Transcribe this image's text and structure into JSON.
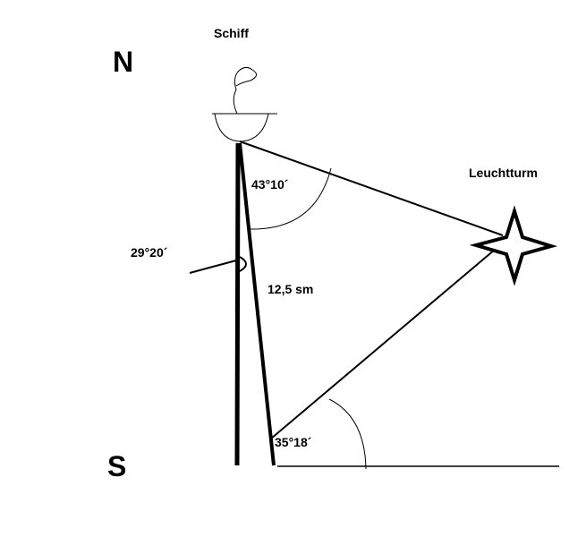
{
  "labels": {
    "north": "N",
    "south": "S",
    "ship": "Schiff",
    "lighthouse": "Leuchtturm",
    "angle_top": "43°10´",
    "angle_left": "29°20´",
    "distance": "12,5 sm",
    "angle_bottom": "35°18´"
  },
  "icons": {
    "ship": "ship-icon",
    "lighthouse": "star-icon"
  },
  "colors": {
    "line": "#000000",
    "background": "#ffffff"
  }
}
